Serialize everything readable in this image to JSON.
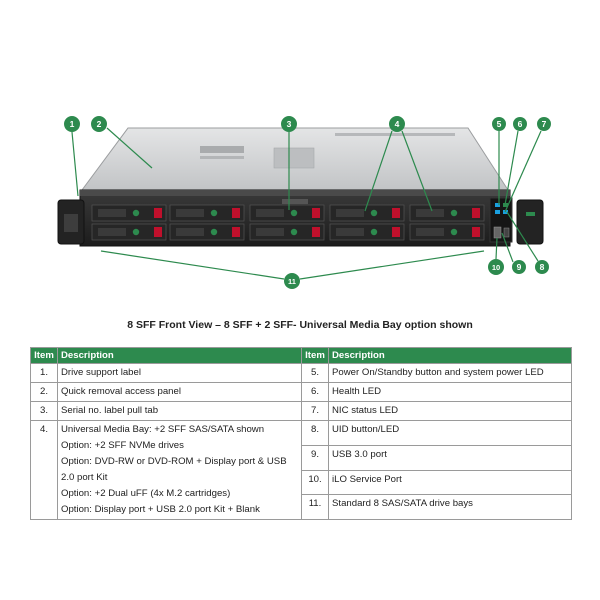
{
  "callouts": [
    "1",
    "2",
    "3",
    "4",
    "5",
    "6",
    "7",
    "8",
    "9",
    "10",
    "11"
  ],
  "caption": "8 SFF Front View – 8 SFF + 2 SFF- Universal Media Bay option shown",
  "table": {
    "headers": {
      "item": "Item",
      "description": "Description"
    },
    "left": [
      {
        "num": "1.",
        "lines": [
          "Drive support label"
        ]
      },
      {
        "num": "2.",
        "lines": [
          "Quick removal access panel"
        ]
      },
      {
        "num": "3.",
        "lines": [
          "Serial no. label pull tab"
        ]
      },
      {
        "num": "4.",
        "lines": [
          "Universal Media Bay: +2 SFF SAS/SATA shown",
          "Option: +2 SFF NVMe drives",
          "Option: DVD-RW or DVD-ROM + Display port & USB 2.0 port Kit",
          "Option: +2 Dual uFF (4x M.2 cartridges)",
          "Option: Display port + USB 2.0 port Kit + Blank"
        ]
      }
    ],
    "right": [
      {
        "num": "5.",
        "lines": [
          "Power On/Standby button and system power LED"
        ]
      },
      {
        "num": "6.",
        "lines": [
          "Health LED"
        ]
      },
      {
        "num": "7.",
        "lines": [
          "NIC status LED"
        ]
      },
      {
        "num": "8.",
        "lines": [
          "UID button/LED"
        ]
      },
      {
        "num": "9.",
        "lines": [
          "USB 3.0 port"
        ]
      },
      {
        "num": "10.",
        "lines": [
          "iLO Service Port"
        ]
      },
      {
        "num": "11.",
        "lines": [
          "Standard 8 SAS/SATA drive bays"
        ]
      }
    ]
  },
  "colors": {
    "accent": "#2d8a4e",
    "chassis": "#c9cbcd",
    "bezel": "#2b2b2b",
    "led": "#1aa0e0"
  }
}
